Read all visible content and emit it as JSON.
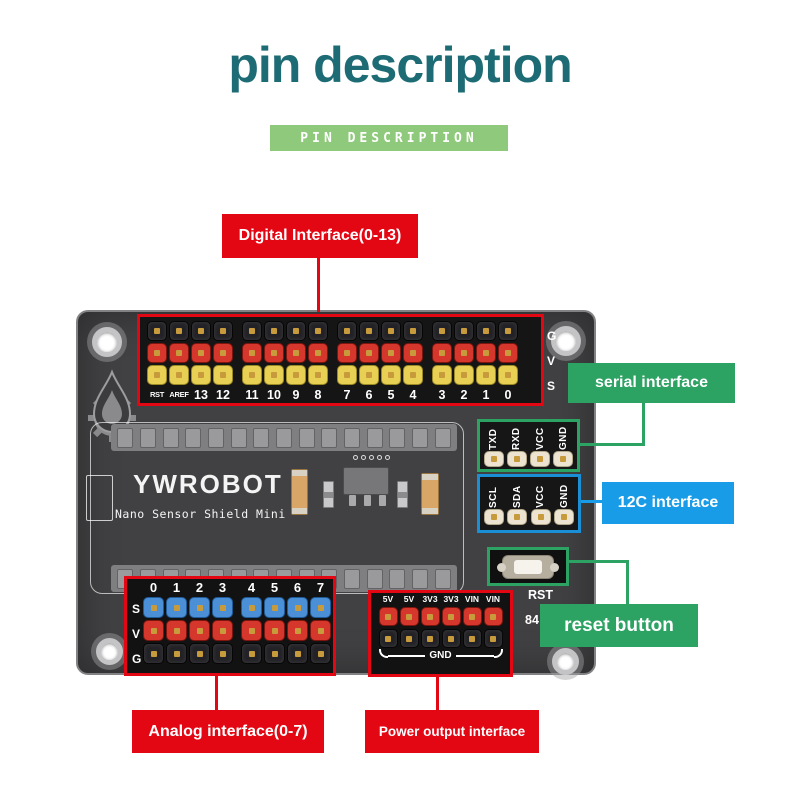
{
  "header": {
    "title": "pin description",
    "badge": "PIN DESCRIPTION"
  },
  "annotations": {
    "digital": "Digital Interface(0-13)",
    "serial": "serial interface",
    "i2c": "12C interface",
    "reset": "reset button",
    "analog": "Analog interface(0-7)",
    "power": "Power output interface"
  },
  "board": {
    "brand": "YWROBOT",
    "subtitle": "Nano Sensor Shield Mini",
    "rst": "RST",
    "part": "84"
  },
  "digital_block": {
    "row_colors": [
      "black",
      "red",
      "yellow"
    ],
    "row_labels_right": [
      "G",
      "V",
      "S"
    ],
    "groups": [
      [
        "RST",
        "AREF",
        "13",
        "12"
      ],
      [
        "11",
        "10",
        "9",
        "8"
      ],
      [
        "7",
        "6",
        "5",
        "4"
      ],
      [
        "3",
        "2",
        "1",
        "0"
      ]
    ]
  },
  "serial_header": {
    "pins": [
      "TXD",
      "RXD",
      "VCC",
      "GND"
    ]
  },
  "i2c_header": {
    "pins": [
      "SCL",
      "SDA",
      "VCC",
      "GND"
    ]
  },
  "analog_block": {
    "row_colors": [
      "blue",
      "red",
      "black"
    ],
    "row_labels_left": [
      "S",
      "V",
      "G"
    ],
    "groups": [
      [
        "0",
        "1",
        "2",
        "3"
      ],
      [
        "4",
        "5",
        "6",
        "7"
      ]
    ]
  },
  "power_block": {
    "row_colors": [
      "red",
      "black"
    ],
    "pin_labels": [
      "5V",
      "5V",
      "3V3",
      "3V3",
      "VIN",
      "VIN"
    ],
    "gnd_label": "GND"
  },
  "colors": {
    "title": "#1d6b74",
    "badge_bg": "#8fc97b",
    "red": "#e30613",
    "green": "#2ca263",
    "blue": "#199ce8"
  }
}
